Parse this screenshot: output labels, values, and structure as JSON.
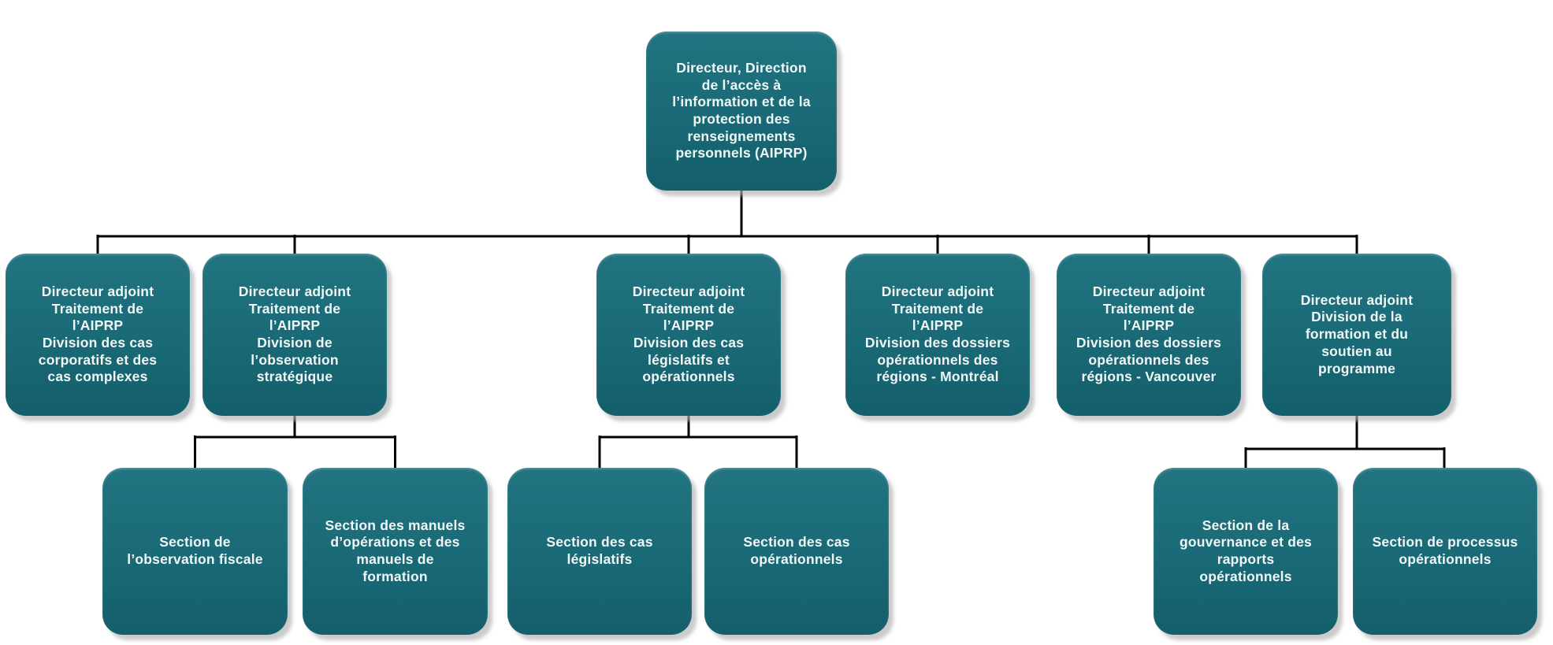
{
  "colors": {
    "node_fill": "#1a6a77",
    "node_fill_top": "#227481",
    "node_fill_bottom": "#145f6b",
    "node_text": "#f2f8f7",
    "connector": "#000000",
    "background": "#ffffff",
    "shadow": "#b0b0b0"
  },
  "org_chart": {
    "root": {
      "label": [
        "Directeur, Direction",
        "de l’accès à",
        "l’information et de la",
        "protection des",
        "renseignements",
        "personnels (AIPRP)"
      ]
    },
    "level2": [
      {
        "label": [
          "Directeur adjoint",
          "Traitement de",
          "l’AIPRP",
          "Division des cas",
          "corporatifs et des",
          "cas complexes"
        ]
      },
      {
        "label": [
          "Directeur adjoint",
          "Traitement de",
          "l’AIPRP",
          "Division de",
          "l’observation",
          "stratégique"
        ]
      },
      {
        "label": [
          "Directeur adjoint",
          "Traitement de",
          "l’AIPRP",
          "Division des cas",
          "législatifs et",
          "opérationnels"
        ]
      },
      {
        "label": [
          "Directeur adjoint",
          "Traitement de",
          "l’AIPRP",
          "Division des dossiers",
          "opérationnels des",
          "régions - Montréal"
        ]
      },
      {
        "label": [
          "Directeur adjoint",
          "Traitement de",
          "l’AIPRP",
          "Division des dossiers",
          "opérationnels des",
          "régions - Vancouver"
        ]
      },
      {
        "label": [
          "Directeur adjoint",
          "Division de la",
          "formation et du",
          "soutien au",
          "programme"
        ]
      }
    ],
    "level3": [
      {
        "label": [
          "Section de",
          "l’observation fiscale"
        ]
      },
      {
        "label": [
          "Section des manuels",
          "d’opérations et des",
          "manuels de",
          "formation"
        ]
      },
      {
        "label": [
          "Section des cas",
          "législatifs"
        ]
      },
      {
        "label": [
          "Section des cas",
          "opérationnels"
        ]
      },
      {
        "label": [
          "Section de la",
          "gouvernance et des",
          "rapports",
          "opérationnels"
        ]
      },
      {
        "label": [
          "Section de processus",
          "opérationnels"
        ]
      }
    ]
  }
}
